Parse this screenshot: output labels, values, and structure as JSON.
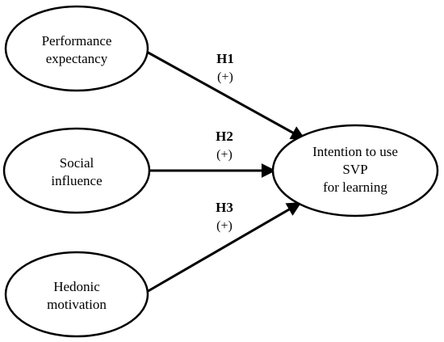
{
  "constructs": [
    {
      "id": "pe",
      "lines": [
        "Performance",
        "expectancy"
      ]
    },
    {
      "id": "si",
      "lines": [
        "Social",
        "influence"
      ]
    },
    {
      "id": "hm",
      "lines": [
        "Hedonic",
        "motivation"
      ]
    },
    {
      "id": "iu",
      "lines": [
        "Intention to use",
        "SVP",
        "for learning"
      ]
    }
  ],
  "hypotheses": [
    {
      "id": "H1",
      "label": "H1",
      "sign": "(+)"
    },
    {
      "id": "H2",
      "label": "H2",
      "sign": "(+)"
    },
    {
      "id": "H3",
      "label": "H3",
      "sign": "(+)"
    }
  ],
  "colors": {
    "line": "#000000",
    "fill": "#ffffff",
    "text": "#000000"
  }
}
